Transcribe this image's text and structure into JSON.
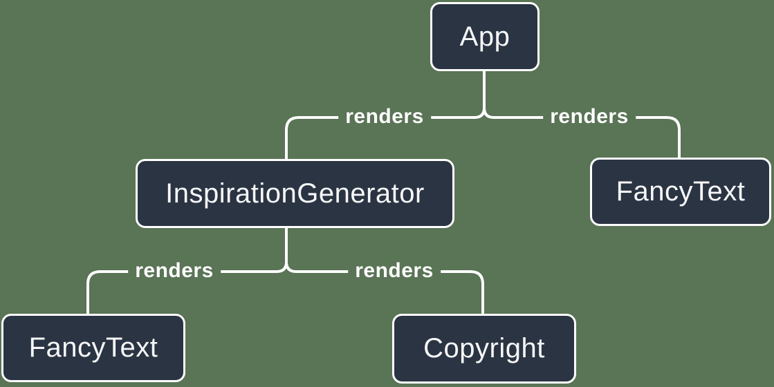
{
  "diagram": {
    "type": "component-render-tree",
    "nodes": [
      {
        "id": "app",
        "label": "App"
      },
      {
        "id": "inspiration-generator",
        "label": "InspirationGenerator"
      },
      {
        "id": "fancy-text-top",
        "label": "FancyText"
      },
      {
        "id": "fancy-text-bottom",
        "label": "FancyText"
      },
      {
        "id": "copyright",
        "label": "Copyright"
      }
    ],
    "edges": [
      {
        "from": "App",
        "to": "InspirationGenerator",
        "label": "renders"
      },
      {
        "from": "App",
        "to": "FancyText",
        "label": "renders"
      },
      {
        "from": "InspirationGenerator",
        "to": "FancyText",
        "label": "renders"
      },
      {
        "from": "InspirationGenerator",
        "to": "Copyright",
        "label": "renders"
      }
    ]
  },
  "colors": {
    "background": "#5A7456",
    "node_fill": "#2B3442",
    "node_border": "#FFFFFF",
    "node_text": "#F6F7F9",
    "line": "#FFFFFF"
  }
}
